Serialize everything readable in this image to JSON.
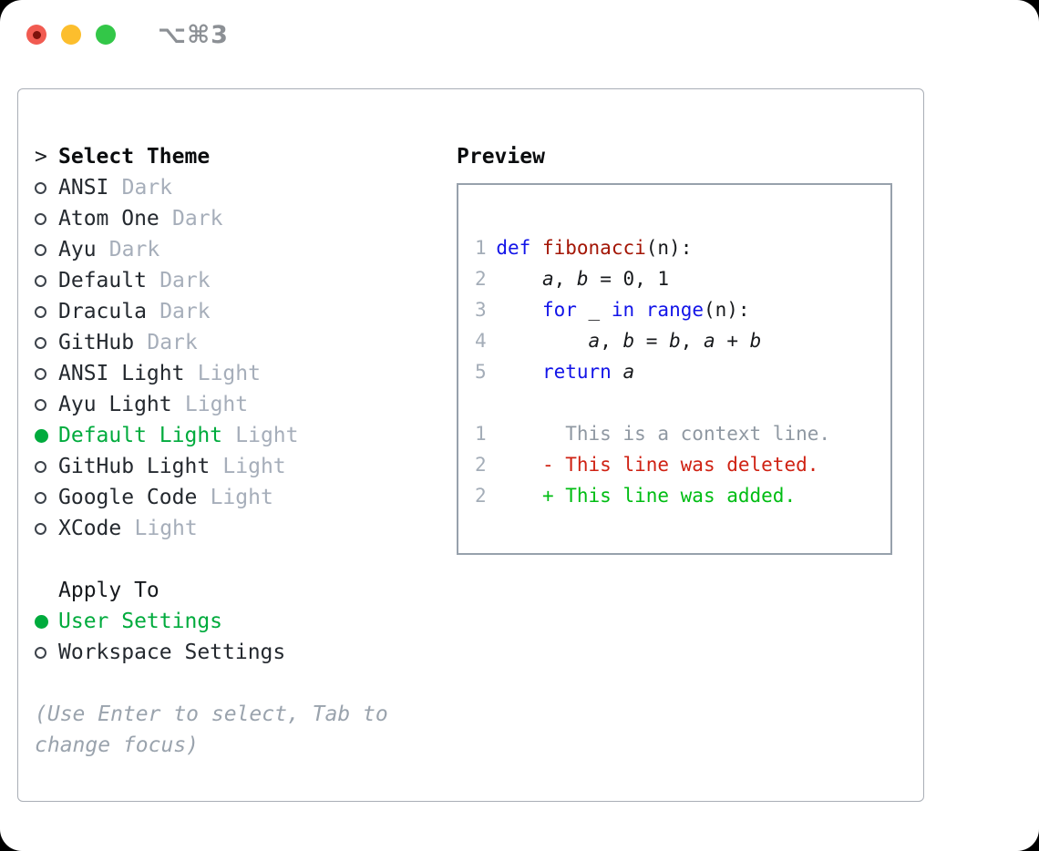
{
  "window": {
    "shortcut_label": "⌥⌘3"
  },
  "colors": {
    "accent_green": "#00ab3d",
    "keyword_blue": "#1214e8",
    "function_red": "#a31505",
    "diff_del_red": "#cf2213",
    "diff_add_green": "#00bd13",
    "muted_gray": "#a6aeba",
    "context_gray": "#8f98a2",
    "line_number_gray": "#a4adb8",
    "help_gray": "#9aa3ad",
    "traffic_red": "#f15b51",
    "traffic_yellow": "#fcbe2d",
    "traffic_green": "#33c748"
  },
  "theme_selector": {
    "prompt": ">",
    "title": "Select Theme",
    "items": [
      {
        "name": "ANSI",
        "variant": "Dark",
        "selected": false
      },
      {
        "name": "Atom One",
        "variant": "Dark",
        "selected": false
      },
      {
        "name": "Ayu",
        "variant": "Dark",
        "selected": false
      },
      {
        "name": "Default",
        "variant": "Dark",
        "selected": false
      },
      {
        "name": "Dracula",
        "variant": "Dark",
        "selected": false
      },
      {
        "name": "GitHub",
        "variant": "Dark",
        "selected": false
      },
      {
        "name": "ANSI Light",
        "variant": "Light",
        "selected": false
      },
      {
        "name": "Ayu Light",
        "variant": "Light",
        "selected": false
      },
      {
        "name": "Default Light",
        "variant": "Light",
        "selected": true
      },
      {
        "name": "GitHub Light",
        "variant": "Light",
        "selected": false
      },
      {
        "name": "Google Code",
        "variant": "Light",
        "selected": false
      },
      {
        "name": "XCode",
        "variant": "Light",
        "selected": false
      }
    ]
  },
  "apply_to": {
    "title": "Apply To",
    "options": [
      {
        "label": "User Settings",
        "selected": true
      },
      {
        "label": "Workspace Settings",
        "selected": false
      }
    ]
  },
  "help_text": "(Use Enter to select, Tab to change focus)",
  "preview": {
    "title": "Preview",
    "code_lines": [
      {
        "num": "1",
        "tokens": [
          {
            "t": "def",
            "c": "kw"
          },
          {
            "t": " ",
            "c": "plain"
          },
          {
            "t": "fibonacci",
            "c": "fn"
          },
          {
            "t": "(n):",
            "c": "plain"
          }
        ]
      },
      {
        "num": "2",
        "tokens": [
          {
            "t": "    ",
            "c": "plain"
          },
          {
            "t": "a",
            "c": "var"
          },
          {
            "t": ", ",
            "c": "plain"
          },
          {
            "t": "b",
            "c": "var"
          },
          {
            "t": " = 0, 1",
            "c": "plain"
          }
        ]
      },
      {
        "num": "3",
        "tokens": [
          {
            "t": "    ",
            "c": "plain"
          },
          {
            "t": "for",
            "c": "kw"
          },
          {
            "t": " _ ",
            "c": "plain"
          },
          {
            "t": "in",
            "c": "kw"
          },
          {
            "t": " ",
            "c": "plain"
          },
          {
            "t": "range",
            "c": "kw"
          },
          {
            "t": "(n):",
            "c": "plain"
          }
        ]
      },
      {
        "num": "4",
        "tokens": [
          {
            "t": "        ",
            "c": "plain"
          },
          {
            "t": "a",
            "c": "var"
          },
          {
            "t": ", ",
            "c": "plain"
          },
          {
            "t": "b",
            "c": "var"
          },
          {
            "t": " = ",
            "c": "plain"
          },
          {
            "t": "b",
            "c": "var"
          },
          {
            "t": ", ",
            "c": "plain"
          },
          {
            "t": "a",
            "c": "var"
          },
          {
            "t": " + ",
            "c": "plain"
          },
          {
            "t": "b",
            "c": "var"
          }
        ]
      },
      {
        "num": "5",
        "tokens": [
          {
            "t": "    ",
            "c": "plain"
          },
          {
            "t": "return",
            "c": "kw"
          },
          {
            "t": " ",
            "c": "plain"
          },
          {
            "t": "a",
            "c": "var"
          }
        ]
      }
    ],
    "diff_lines": [
      {
        "num": "1",
        "tokens": [
          {
            "t": "      This is a context line.",
            "c": "ctx"
          }
        ]
      },
      {
        "num": "2",
        "tokens": [
          {
            "t": "    - This line was deleted.",
            "c": "del"
          }
        ]
      },
      {
        "num": "2",
        "tokens": [
          {
            "t": "    + This line was added.",
            "c": "add"
          }
        ]
      }
    ]
  }
}
